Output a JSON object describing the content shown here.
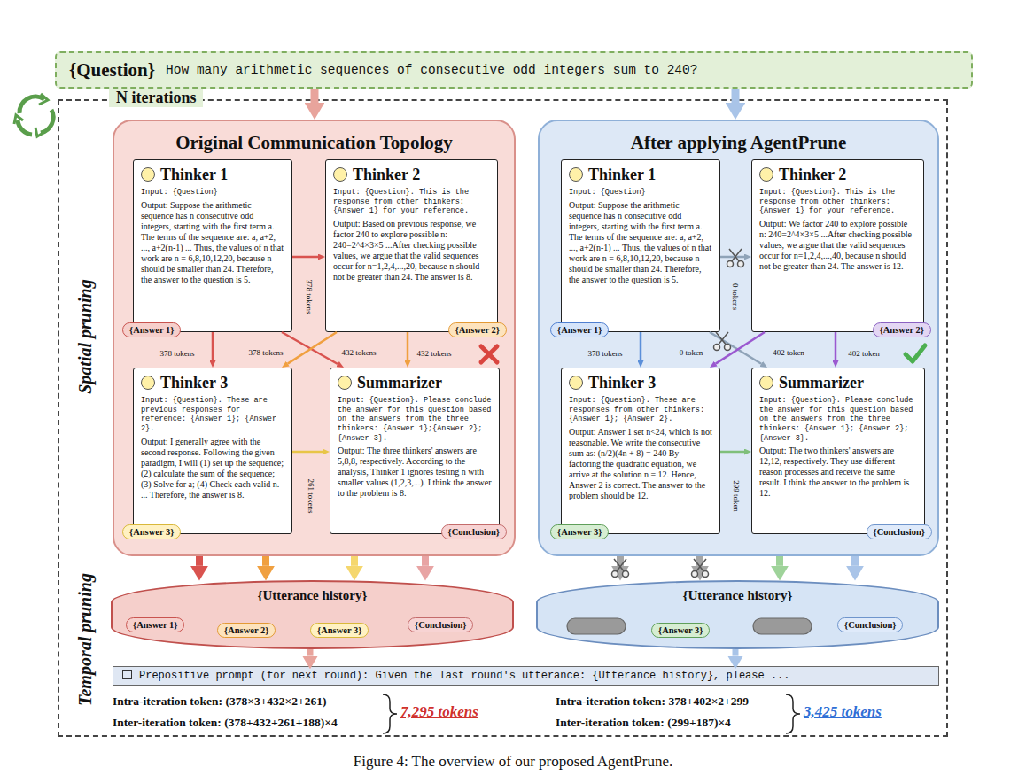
{
  "diagram": {
    "caption": "Figure 4: The overview of our proposed AgentPrune.",
    "nodes": [
      {
        "text": [
          "{Question}",
          "How many arithmetic sequences of consecutive odd integers sum to 240?"
        ]
      },
      {
        "text": [
          "N iterations"
        ]
      },
      {
        "text": [
          "Original Communication Topology"
        ],
        "in": 1
      },
      {
        "text": [
          "Thinker 1",
          "Input: {Question}",
          "Output: Suppose the arithmetic sequence has n consecutive odd integers, starting with the first term a. The terms of the sequence are: a, a+2, ..., a+2(n-1) ... Thus, the values of n that work are n = 6,8,10,12,20, because n should be smaller than 24. Therefore, the answer to the question is 5."
        ],
        "in": 2
      },
      {
        "text": [
          "{Answer 1}"
        ],
        "in": 2
      },
      {
        "text": [
          "Thinker 2",
          "Input: {Question}. This is the response from other thinkers: {Answer 1} for your reference.",
          "Output: Based on previous response, we factor 240 to explore possible n: 240=2^4×3×5 ...After checking possible values, we argue that the valid sequences occur for n=1,2,4,...,20, because n should not be greater than 24. The answer is 8."
        ],
        "in": 2
      },
      {
        "text": [
          "{Answer 2}"
        ],
        "in": 2
      },
      {
        "text": [
          "Thinker 3",
          "Input: {Question}. These are previous responses for reference: {Answer 1}; {Answer 2}.",
          "Output: I generally agree with the second response. Following the given paradigm, I will (1) set up the sequence; (2) calculate the sum of the sequence; (3) Solve for a; (4) Check each valid n. ... Therefore, the answer is 8."
        ],
        "in": 2
      },
      {
        "text": [
          "{Answer 3}"
        ],
        "in": 2
      },
      {
        "text": [
          "Summarizer",
          "Input: {Question}. Please conclude the answer for this question based on the answers from the three thinkers: {Answer 1};{Answer 2};{Answer 3}.",
          "Output: The three thinkers' answers are 5,8,8, respectively. According to the analysis, Thinker 1 ignores testing n with smaller values (1,2,3,...). I think the answer to the problem is 8."
        ],
        "in": 2
      },
      {
        "text": [
          "{Conclusion}"
        ],
        "in": 2
      },
      {
        "text": [
          "After applying AgentPrune"
        ],
        "in": 1
      },
      {
        "text": [
          "Thinker 1",
          "Input: {Question}",
          "Output: Suppose the arithmetic sequence has n consecutive odd integers, starting with the first term a. The terms of the sequence are: a, a+2, ..., a+2(n-1) ... Thus, the values of n that work are n = 6,8,10,12,20, because n should be smaller than 24. Therefore, the answer to the question is 5."
        ],
        "in": 11
      },
      {
        "text": [
          "{Answer 1}"
        ],
        "in": 11
      },
      {
        "text": [
          "Thinker 2",
          "Input: {Question}. This is the response from other thinkers: {Answer 1} for your reference.",
          "Output: We factor 240 to explore possible n: 240=2^4×3×5 ...After checking possible values, we argue that the valid sequences occur for n=1,2,4,...,40, because n should not be greater than 24. The answer is 12."
        ],
        "in": 11
      },
      {
        "text": [
          "{Answer 2}"
        ],
        "in": 11
      },
      {
        "text": [
          "Thinker 3",
          "Input: {Question}. These are responses from other thinkers: {Answer 1}; {Answer 2}.",
          "Output: Answer 1 set n<24, which is not reasonable. We write the consecutive sum as: (n/2)(4n + 8) = 240 By factoring the quadratic equation, we arrive at the solution n = 12. Hence, Answer 2 is correct. The answer to the problem should be 12."
        ],
        "in": 11
      },
      {
        "text": [
          "{Answer 3}"
        ],
        "in": 11
      },
      {
        "text": [
          "Summarizer",
          "Input: {Question}. Please conclude the answer for this question based on the answers from the three thinkers: {Answer 1}; {Answer 2}; {Answer 3}.",
          "Output: The two thinkers' answers are 12,12, respectively. They use different reason processes and receive the same result. I think the answer to the problem is 12."
        ],
        "in": 11
      },
      {
        "text": [
          "{Conclusion}"
        ],
        "in": 11
      },
      {
        "text": [
          "{Utterance history}"
        ],
        "in": 1
      },
      {
        "text": [
          "{Answer 1}"
        ],
        "in": 20
      },
      {
        "text": [
          "{Answer 2}"
        ],
        "in": 20
      },
      {
        "text": [
          "{Answer 3}"
        ],
        "in": 20
      },
      {
        "text": [
          "{Conclusion}"
        ],
        "in": 20
      },
      {
        "text": [
          "{Utterance history}"
        ],
        "in": 1
      },
      {
        "text": [
          "{Answer 3}"
        ],
        "in": 25
      },
      {
        "text": [
          "{Conclusion}"
        ],
        "in": 25
      },
      {
        "text": [
          "Prepositive prompt (for next round): Given the last round's utterance: {Utterance history}, please ..."
        ],
        "in": 1
      }
    ],
    "edges": [
      {
        "from": 0,
        "to": 2,
        "arrow": "to"
      },
      {
        "from": 0,
        "to": 11,
        "arrow": "to"
      },
      {
        "from": 3,
        "to": 5,
        "arrow": "to",
        "label": "378 tokens"
      },
      {
        "from": 3,
        "to": 7,
        "arrow": "to",
        "label": "378 tokens"
      },
      {
        "from": 3,
        "to": 9,
        "arrow": "to",
        "label": "378 tokens"
      },
      {
        "from": 5,
        "to": 7,
        "arrow": "to",
        "label": "432 tokens"
      },
      {
        "from": 5,
        "to": 9,
        "arrow": "to",
        "label": "432 tokens"
      },
      {
        "from": 7,
        "to": 9,
        "arrow": "to",
        "label": "261 tokens"
      },
      {
        "from": 2,
        "to": 20,
        "arrow": "to"
      },
      {
        "from": 2,
        "to": 20,
        "arrow": "to"
      },
      {
        "from": 2,
        "to": 20,
        "arrow": "to"
      },
      {
        "from": 2,
        "to": 20,
        "arrow": "to"
      },
      {
        "from": 12,
        "to": 14,
        "arrow": "to",
        "label": "0 tokens"
      },
      {
        "from": 12,
        "to": 16,
        "arrow": "to",
        "label": "378 tokens"
      },
      {
        "from": 12,
        "to": 18,
        "arrow": "to",
        "label": "0 token"
      },
      {
        "from": 14,
        "to": 16,
        "arrow": "to",
        "label": "402 token"
      },
      {
        "from": 14,
        "to": 18,
        "arrow": "to",
        "label": "402 token"
      },
      {
        "from": 16,
        "to": 18,
        "arrow": "to",
        "label": "299 token"
      },
      {
        "from": 11,
        "to": 25,
        "arrow": "to"
      },
      {
        "from": 11,
        "to": 25,
        "arrow": "to"
      },
      {
        "from": 11,
        "to": 25,
        "arrow": "to"
      },
      {
        "from": 11,
        "to": 25,
        "arrow": "to"
      },
      {
        "from": 20,
        "to": 28,
        "arrow": "to"
      },
      {
        "from": 25,
        "to": 28,
        "arrow": "to"
      }
    ],
    "labels": [
      "Spatial pruning",
      "Temporal pruning",
      "Intra-iteration token: (378×3+432×2+261)",
      "Inter-iteration token: (378+432+261+188)×4",
      "7,295 tokens",
      "Intra-iteration token: 378+402×2+299",
      "Inter-iteration token: (299+187)×4",
      "3,425 tokens"
    ]
  }
}
